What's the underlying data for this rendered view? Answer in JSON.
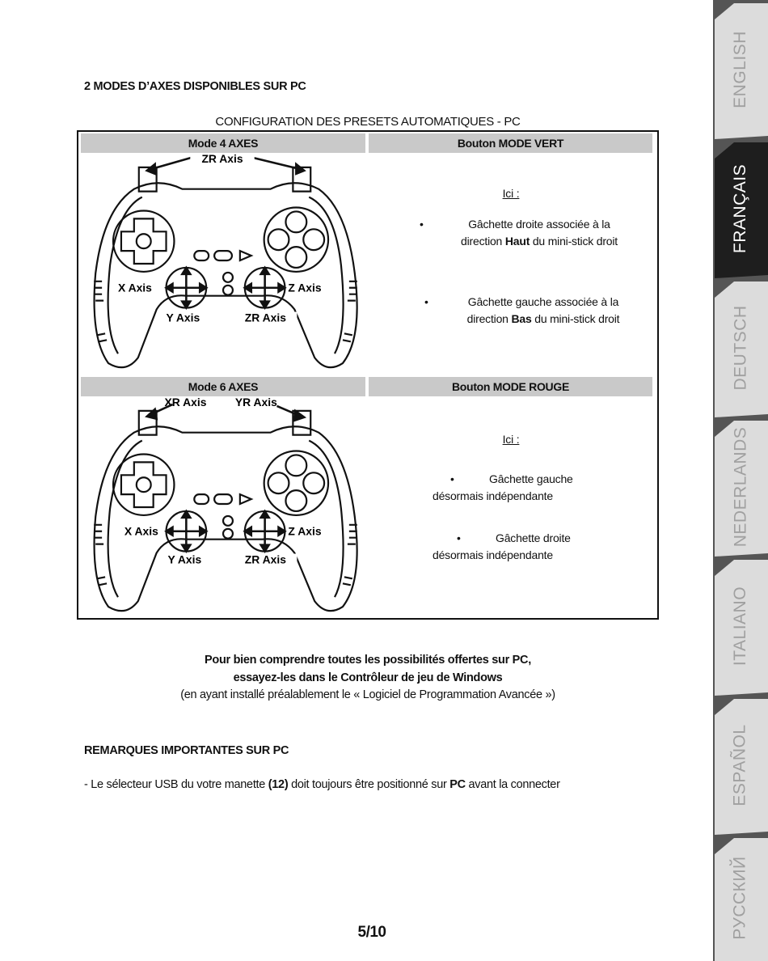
{
  "section_title": "2 MODES D’AXES DISPONIBLES SUR PC",
  "config_title": "CONFIGURATION DES PRESETS AUTOMATIQUES - PC",
  "rows": [
    {
      "mode_label": "Mode 4 AXES",
      "button_label": "Bouton MODE VERT",
      "axes": {
        "top_left": "ZR Axis",
        "left": "X Axis",
        "right": "Z Axis",
        "bottom_left": "Y Axis",
        "bottom_right": "ZR Axis"
      },
      "ici": "Ici",
      "bullets": [
        {
          "pre": "Gâchette droite associée à la direction ",
          "bold": "Haut",
          "post": " du mini-stick droit"
        },
        {
          "pre": "Gâchette gauche associée à la direction ",
          "bold": "Bas",
          "post": " du mini-stick droit"
        }
      ]
    },
    {
      "mode_label": "Mode 6 AXES",
      "button_label": "Bouton MODE ROUGE",
      "axes": {
        "top_left": "XR Axis",
        "top_right": "YR Axis",
        "left": "X Axis",
        "right": "Z Axis",
        "bottom_left": "Y Axis",
        "bottom_right": "ZR Axis"
      },
      "ici": "Ici",
      "bullets": [
        {
          "line1": "Gâchette gauche",
          "line2": "désormais indépendante"
        },
        {
          "line1": "Gâchette droite",
          "line2": "désormais indépendante"
        }
      ]
    }
  ],
  "note": {
    "line1": "Pour bien comprendre toutes les possibilités offertes sur PC,",
    "line2": "essayez-les dans le Contrôleur de jeu de Windows",
    "line3": "(en ayant installé préalablement le « Logiciel de Programmation Avancée »)"
  },
  "remarks_title": "REMARQUES IMPORTANTES SUR PC",
  "remark": {
    "pre": "- Le sélecteur USB du votre manette ",
    "num": "(12)",
    "mid": " doit toujours être positionné sur ",
    "pc": "PC",
    "post": " avant la connecter"
  },
  "page_number": "5/10",
  "language_tabs": [
    {
      "label": "ENGLISH",
      "active": false
    },
    {
      "label": "FRANÇAIS",
      "active": true
    },
    {
      "label": "DEUTSCH",
      "active": false
    },
    {
      "label": "NEDERLANDS",
      "active": false
    },
    {
      "label": "ITALIANO",
      "active": false
    },
    {
      "label": "ESPAÑOL",
      "active": false
    },
    {
      "label": "РУССКИЙ",
      "active": false
    }
  ],
  "colors": {
    "tab_active": "#1e1e1e",
    "tab_inactive": "#dcdcdc",
    "tab_text_inactive": "#a0a0a0",
    "header_bg": "#c9c9c9"
  }
}
